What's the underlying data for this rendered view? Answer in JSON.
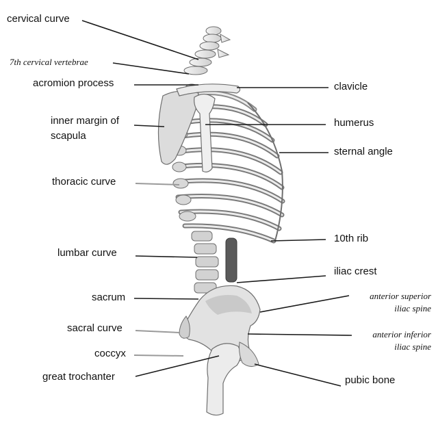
{
  "labels": {
    "cervical_curve": "cervical curve",
    "c7": "7th cervical vertebrae",
    "acromion": "acromion process",
    "scapula_line1": "inner margin of",
    "scapula_line2": "scapula",
    "thoracic": "thoracic curve",
    "lumbar": "lumbar curve",
    "sacrum": "sacrum",
    "sacral": "sacral curve",
    "coccyx": "coccyx",
    "trochanter": "great trochanter",
    "clavicle": "clavicle",
    "humerus": "humerus",
    "sternal": "sternal angle",
    "rib10": "10th rib",
    "iliac_crest": "iliac crest",
    "asis_line1": "anterior superior",
    "asis_line2": "iliac spine",
    "aiis_line1": "anterior inferior",
    "aiis_line2": "iliac spine",
    "pubic": "pubic bone"
  },
  "colors": {
    "bone_fill": "#e6e6e6",
    "bone_stroke": "#6e6e6e",
    "shadow": "#bdbdbd",
    "leader": "#1a1a1a",
    "leader_light": "#9a9a9a"
  }
}
